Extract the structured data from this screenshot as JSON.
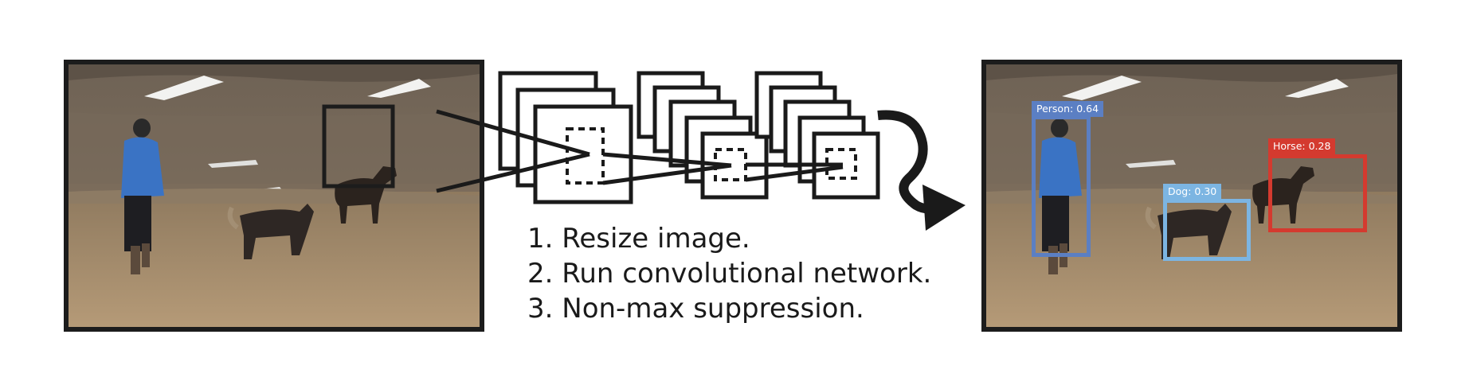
{
  "steps": [
    {
      "number": "1.",
      "text": "Resize image."
    },
    {
      "number": "2.",
      "text": "Run convolutional network."
    },
    {
      "number": "3.",
      "text": "Non-max suppression."
    }
  ],
  "detections": [
    {
      "label": "Person: 0.64",
      "color": "#5b7fc3"
    },
    {
      "label": "Dog: 0.30",
      "color": "#7cb5e2"
    },
    {
      "label": "Horse: 0.28",
      "color": "#d43a2f"
    }
  ],
  "colors": {
    "frame": "#1c1c1c",
    "sky_snow": "#f2f2f0",
    "hill": "#6e6152",
    "field": "#a3896a",
    "jacket": "#3a73c4",
    "animal": "#2b231e"
  }
}
